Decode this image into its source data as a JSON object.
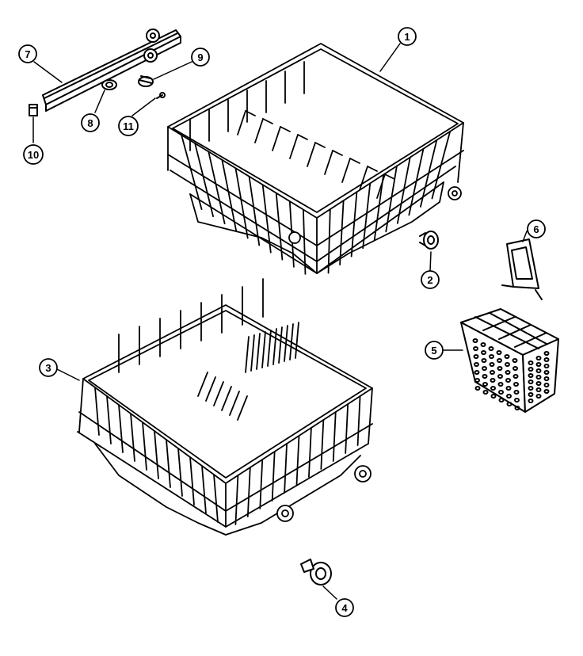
{
  "callouts": [
    {
      "id": "1",
      "label": "1",
      "part": "upper-rack"
    },
    {
      "id": "2",
      "label": "2",
      "part": "upper-rack-wheel"
    },
    {
      "id": "3",
      "label": "3",
      "part": "lower-rack"
    },
    {
      "id": "4",
      "label": "4",
      "part": "lower-rack-wheel"
    },
    {
      "id": "5",
      "label": "5",
      "part": "silverware-basket"
    },
    {
      "id": "6",
      "label": "6",
      "part": "basket-cover"
    },
    {
      "id": "7",
      "label": "7",
      "part": "rack-track"
    },
    {
      "id": "8",
      "label": "8",
      "part": "track-roller"
    },
    {
      "id": "9",
      "label": "9",
      "part": "roller-assembly"
    },
    {
      "id": "10",
      "label": "10",
      "part": "track-end-stop"
    },
    {
      "id": "11",
      "label": "11",
      "part": "screw"
    }
  ],
  "colors": {
    "ink": "#000000",
    "background": "#ffffff"
  }
}
